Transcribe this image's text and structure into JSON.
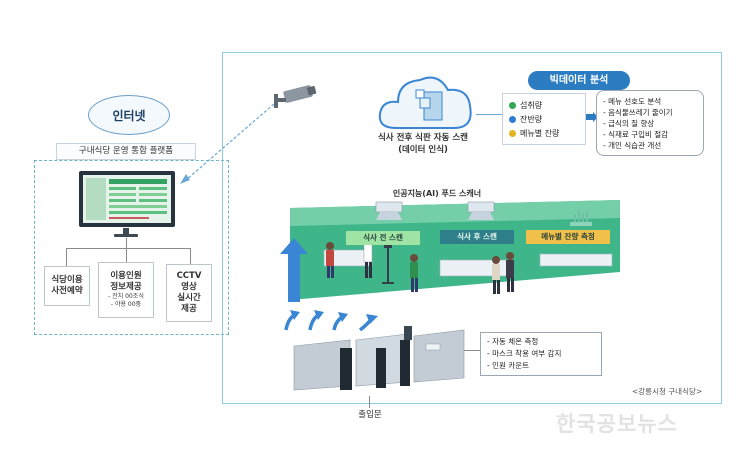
{
  "left": {
    "internet": "인터넷",
    "platform_title": "구내식당 운영 통합 플랫폼",
    "cards": [
      {
        "lines": [
          "식당이용",
          "사전예약"
        ],
        "small": []
      },
      {
        "lines": [
          "이용인원",
          "정보제공"
        ],
        "small": [
          "- 잔치 00조식",
          "- 야용 00중"
        ]
      },
      {
        "lines": [
          "CCTV",
          "영상",
          "실시간",
          "제공"
        ],
        "small": []
      }
    ]
  },
  "right": {
    "bigdata_title": "빅데이터 분석",
    "legend": [
      {
        "label": "섭취량",
        "color": "#2fa84f"
      },
      {
        "label": "잔반량",
        "color": "#2e7cd6"
      },
      {
        "label": "메뉴별 잔량",
        "color": "#e3b321"
      }
    ],
    "analysis_items": [
      "- 메뉴 선호도 분석",
      "- 음식물쓰레기 줄이기",
      "- 급식의 질 향상",
      "- 식재료 구입비 절감",
      "- 개인 식습관 개선"
    ],
    "cloud_caption": [
      "식사 전후 식판 자동 스캔",
      "(데이터 인식)"
    ],
    "scanner_caption": "인공지능(AI) 푸드 스캐너",
    "scan_labels": [
      "식사 전 스캔",
      "식사 후 스캔",
      "메뉴별 잔량 측정"
    ],
    "checks": [
      "- 자동 체온 측정",
      "- 마스크 착용 여부 감지",
      "- 인원 카운트"
    ],
    "gate_label": "출입문",
    "source": "<강릉시청 구내식당>"
  },
  "watermark": "한국공보뉴스",
  "colors": {
    "accent_blue": "#2c7cc1",
    "arrow_blue": "#3b86d4",
    "scene_green": "#3fb68a",
    "label_green": "#9fe3a5"
  }
}
